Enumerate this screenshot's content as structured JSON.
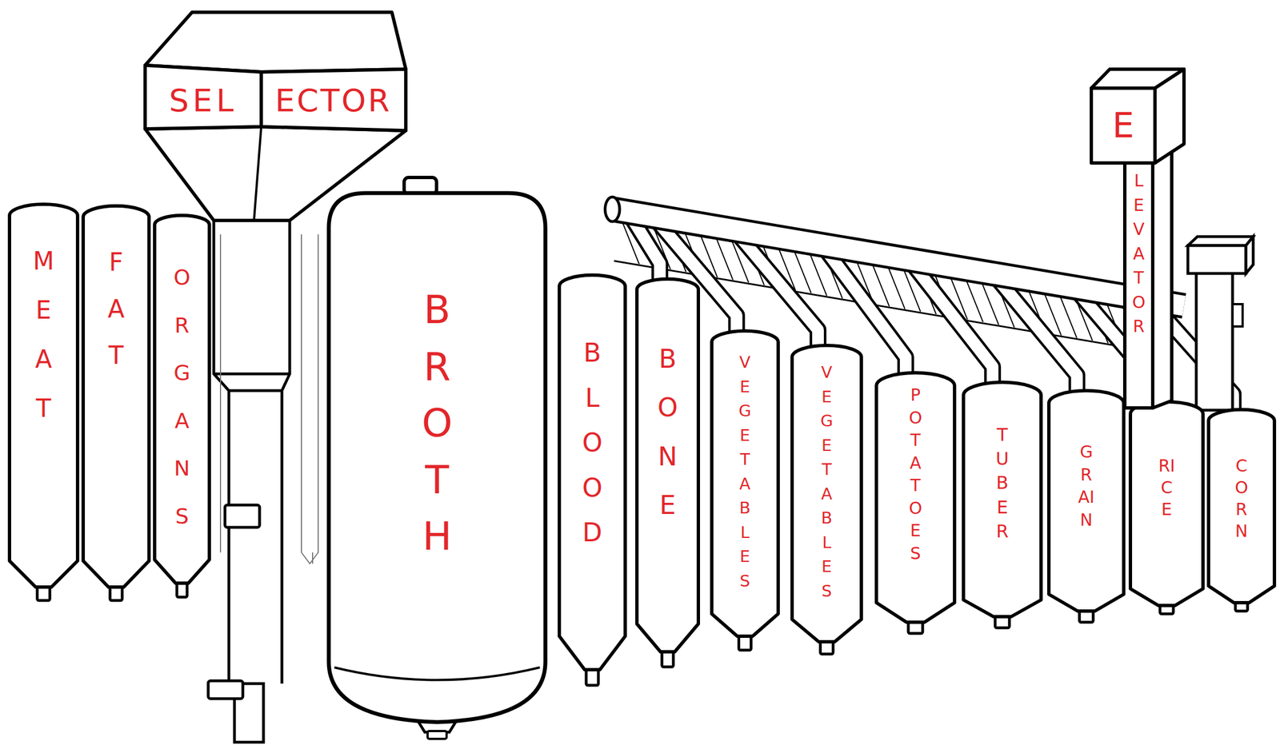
{
  "diagram": {
    "nodes": [
      {
        "text": [
          "SEL",
          "ECTOR"
        ]
      },
      {
        "text": [
          "MEAT"
        ]
      },
      {
        "text": [
          "FAT"
        ]
      },
      {
        "text": [
          "ORGANS"
        ]
      },
      {
        "text": [
          "BROTH"
        ]
      },
      {
        "text": [
          "BLOOD"
        ]
      },
      {
        "text": [
          "BONE"
        ]
      },
      {
        "text": [
          "VEGETABLES"
        ]
      },
      {
        "text": [
          "VEGETABLES"
        ]
      },
      {
        "text": [
          "POTATOES"
        ]
      },
      {
        "text": [
          "TUBER"
        ]
      },
      {
        "text": [
          "GRAIN"
        ]
      },
      {
        "text": [
          "RICE"
        ]
      },
      {
        "text": [
          "CORN"
        ]
      },
      {
        "text": [
          "E",
          "LEVATOR"
        ]
      }
    ]
  }
}
